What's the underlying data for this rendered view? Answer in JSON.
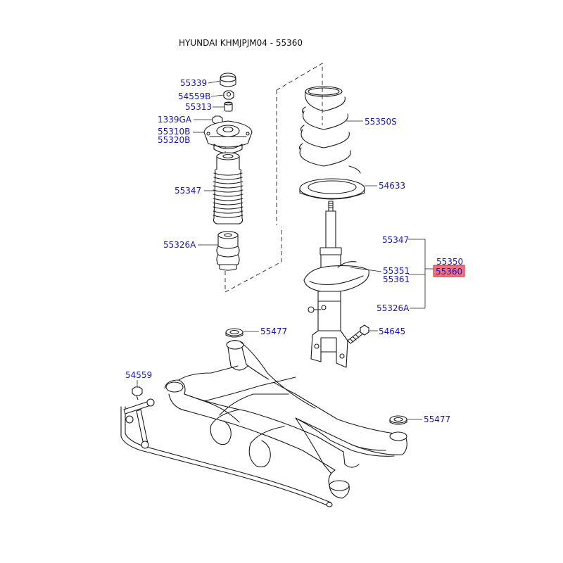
{
  "title": "HYUNDAI KHMJPJM04 - 55360",
  "labels": {
    "p55339": "55339",
    "p54559B": "54559B",
    "p55313": "55313",
    "p1339GA": "1339GA",
    "p55310B": "55310B",
    "p55320B": "55320B",
    "p55347_boot": "55347",
    "p55326A_bump": "55326A",
    "p55350S": "55350S",
    "p54633": "54633",
    "p55347_group": "55347",
    "p55350": "55350",
    "p55360": "55360",
    "p55351": "55351",
    "p55361": "55361",
    "p55326A_group": "55326A",
    "p54645": "54645",
    "p55477_top": "55477",
    "p54559": "54559",
    "p55477_right": "55477"
  },
  "colors": {
    "label": "#1414dc",
    "highlight_fill": "#f0707a",
    "highlight_stroke": "#c0303a"
  }
}
